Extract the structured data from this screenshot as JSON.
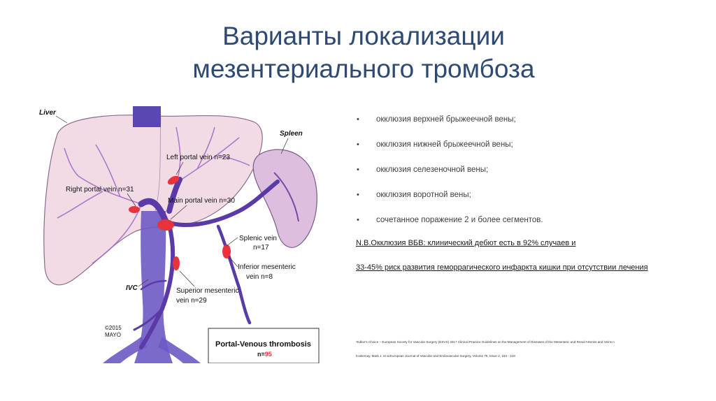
{
  "slide": {
    "title_line1": "Варианты локализации",
    "title_line2": "мезентериального тромбоза"
  },
  "figure": {
    "labels": {
      "liver": "Liver",
      "spleen": "Spleen",
      "left_portal": "Left portal vein n=23",
      "right_portal": "Right portal vein n=31",
      "main_portal": "Main portal vein n=30",
      "splenic_1": "Splenic vein",
      "splenic_2": "n=17",
      "inferior_1": "Inferior mesenteric",
      "inferior_2": "vein n=8",
      "superior_1": "Superior mesenteric",
      "superior_2": "vein n=29",
      "ivc": "IVC",
      "copyright_1": "©2015",
      "copyright_2": "MAYO",
      "box_title": "Portal-Venous thrombosis",
      "box_n_prefix": "n=",
      "box_n_value": "95"
    },
    "colors": {
      "vein": "#5a3aa6",
      "thrombus": "#e8323c",
      "liver": "#f3dbe6",
      "spleen": "#d9b9dc"
    }
  },
  "bullets": [
    "окклюзия верхней брыжеечной вены;",
    "окклюзия нижней брыжеечной вены;",
    "окклюзия селезеночной вены;",
    "окклюзия воротной вены;",
    "сочетанное поражение 2 и более сегментов."
  ],
  "bullet_symbol": "•",
  "notes": {
    "line1": "N.B.Окклюзия  ВБВ:  клинический дебют есть в 92% случаев  и",
    "line2": "33-45% риск развития геморрагического инфаркта кишки при отсутствии лечения"
  },
  "footnotes": {
    "line1": "¹Editor's Choice – European Society for Vascular Surgery (ESVS) 2017 Clinical Practice Guidelines on the Management of Diseases of the Mesenteric and Renal Arteries and Veins n",
    "line2": "Koelemay, Mark J. et al.European Journal of Vascular and Endovascular Surgery, Volume 76, Issue 2, 153 - 218"
  }
}
